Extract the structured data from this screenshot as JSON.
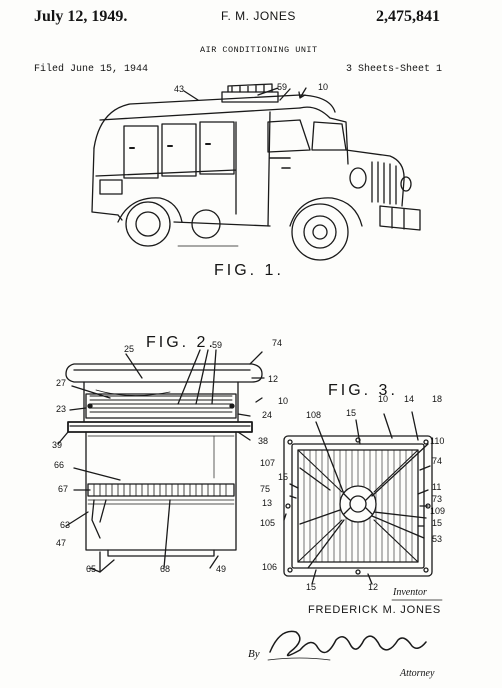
{
  "header": {
    "date": "July 12, 1949.",
    "inventor": "F. M. JONES",
    "patent_number": "2,475,841",
    "title": "AIR CONDITIONING UNIT",
    "filed": "Filed June 15, 1944",
    "sheets": "3 Sheets-Sheet 1"
  },
  "figures": {
    "fig1": {
      "label": "FIG. 1.",
      "refs": {
        "r43": "43",
        "r59": "59",
        "r10": "10"
      }
    },
    "fig2": {
      "label": "FIG. 2.",
      "refs": {
        "r25": "25",
        "r59": "59",
        "r74": "74",
        "r12": "12",
        "r27": "27",
        "r10": "10",
        "r23": "23",
        "r24": "24",
        "r39": "39",
        "r38": "38",
        "r66": "66",
        "r67": "67",
        "r63": "63",
        "r47": "47",
        "r65": "65",
        "r68": "68",
        "r49": "49"
      }
    },
    "fig3": {
      "label": "FIG. 3.",
      "refs": {
        "r10": "10",
        "r15a": "15",
        "r14": "14",
        "r18": "18",
        "r108": "108",
        "r110": "110",
        "r107": "107",
        "r74": "74",
        "r15b": "15",
        "r11": "11",
        "r75": "75",
        "r73": "73",
        "r13": "13",
        "r109": "109",
        "r105": "105",
        "r15c": "15",
        "r53": "53",
        "r106": "106",
        "r15d": "15",
        "r12": "12"
      }
    }
  },
  "signature": {
    "inventor_label": "Inventor",
    "inventor_name": "FREDERICK M. JONES",
    "by": "By",
    "attorney_signature": "R. A. Whiteley",
    "attorney_label": "Attorney"
  }
}
